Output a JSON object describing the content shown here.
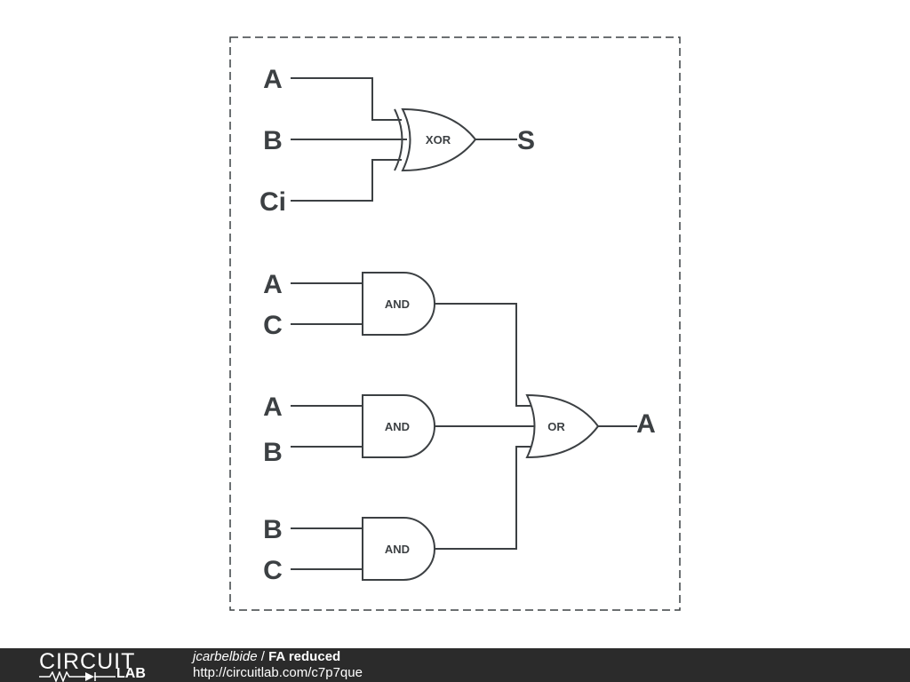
{
  "diagram": {
    "gates": {
      "xor": "XOR",
      "and1": "AND",
      "and2": "AND",
      "and3": "AND",
      "or": "OR"
    },
    "pins": {
      "xor_in_a": "A",
      "xor_in_b": "B",
      "xor_in_ci": "Ci",
      "sum_out": "S",
      "and1_in_a": "A",
      "and1_in_c": "C",
      "and2_in_a": "A",
      "and2_in_b": "B",
      "and3_in_b": "B",
      "and3_in_c": "C",
      "carry_out": "A"
    }
  },
  "footer": {
    "logo_top": "CIRCUIT",
    "logo_bottom": "LAB",
    "user": "jcarbelbide",
    "separator": " / ",
    "title": "FA reduced",
    "url": "http://circuitlab.com/c7p7que"
  }
}
